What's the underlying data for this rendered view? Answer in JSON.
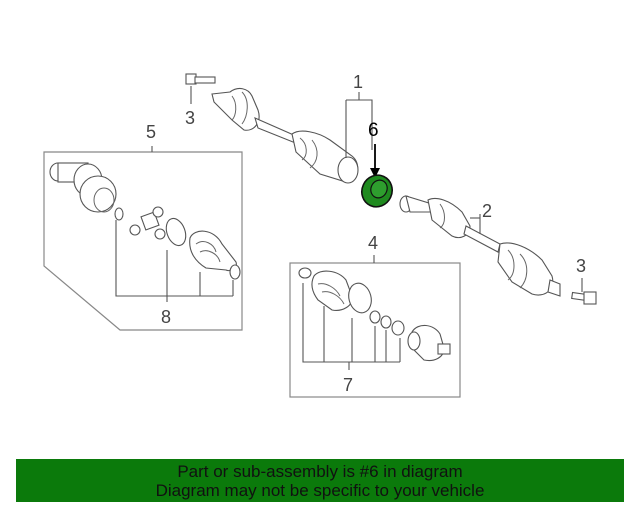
{
  "callouts": {
    "c1": "1",
    "c2": "2",
    "c3a": "3",
    "c3b": "3",
    "c4": "4",
    "c5": "5",
    "c6": "6",
    "c7": "7",
    "c8": "8"
  },
  "banner": {
    "line1": "Part or sub-assembly is #6 in diagram",
    "line2": "Diagram may not be specific to your vehicle"
  },
  "colors": {
    "banner_bg": "#0b7a0b",
    "highlight_part": "#1f8a1f"
  }
}
